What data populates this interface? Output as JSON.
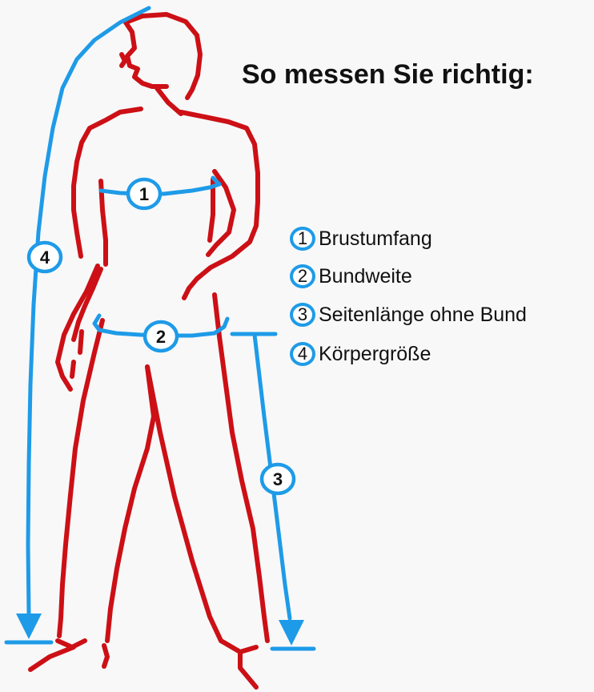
{
  "title": "So messen Sie richtig:",
  "colors": {
    "outline": "#cc1016",
    "measure": "#1e9be8",
    "text": "#111111",
    "background": "#f8f8f8"
  },
  "markers": [
    "1",
    "2",
    "3",
    "4"
  ],
  "legend": [
    {
      "number": "1",
      "label": "Brustumfang"
    },
    {
      "number": "2",
      "label": "Bundweite"
    },
    {
      "number": "3",
      "label": "Seitenlänge ohne Bund"
    },
    {
      "number": "4",
      "label": "Körpergröße"
    }
  ]
}
